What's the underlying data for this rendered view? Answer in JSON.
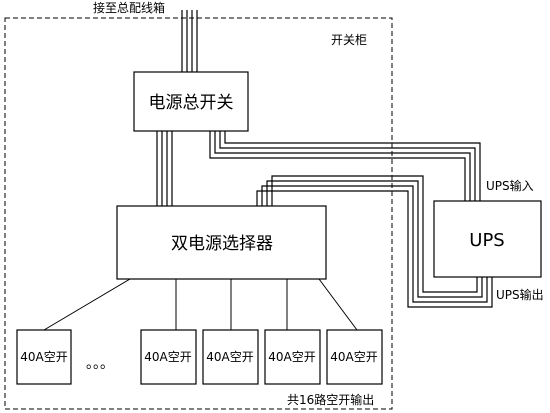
{
  "labels": {
    "top_feed": "接至总配线箱",
    "cabinet": "开关柜",
    "main_switch": "电源总开关",
    "ats": "双电源选择器",
    "ups": "UPS",
    "ups_in": "UPS输入",
    "ups_out": "UPS输出",
    "outputs_note": "共16路空开输出",
    "ellipsis": "。。。"
  },
  "breakers": [
    "40A空开",
    "40A空开",
    "40A空开",
    "40A空开",
    "40A空开"
  ]
}
